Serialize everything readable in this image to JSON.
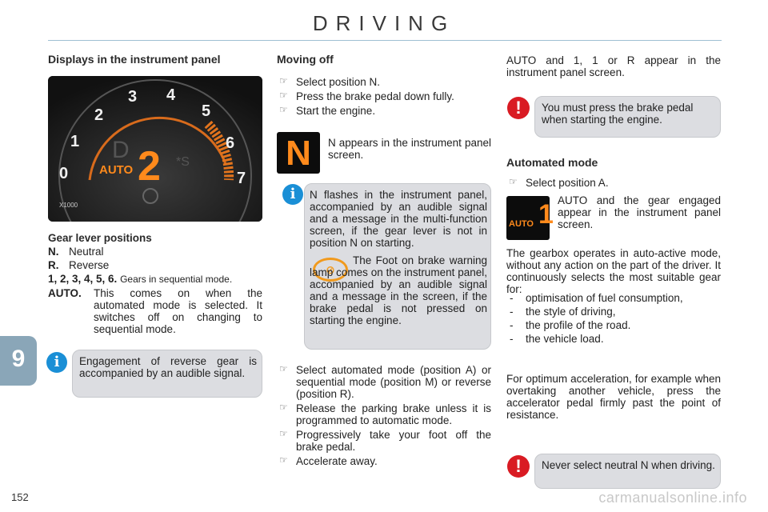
{
  "page": {
    "title": "DRIVING",
    "number": "152",
    "chapter_tab": "9",
    "watermark": "carmanualsonline.info"
  },
  "col1": {
    "heading": "Displays in the instrument panel",
    "gauge": {
      "numbers": [
        "0",
        "1",
        "2",
        "3",
        "4",
        "5",
        "6",
        "7"
      ],
      "gear": "2",
      "auto": "AUTO",
      "mode": "D",
      "scale": "X1000"
    },
    "gear_title": "Gear lever positions",
    "gears": [
      {
        "key": "N.",
        "desc": "Neutral"
      },
      {
        "key": "R.",
        "desc": "Reverse"
      },
      {
        "key": "1, 2, 3, 4, 5, 6.",
        "desc": "Gears in sequential mode."
      },
      {
        "key": "AUTO.",
        "desc": "This comes on when the automated mode is selected. It switches off on changing to sequential mode."
      }
    ],
    "info_box": "Engagement of reverse gear is accompanied by an audible signal."
  },
  "col2": {
    "heading": "Moving off",
    "steps": [
      "Select position N.",
      "Press the brake pedal down fully.",
      "Start the engine."
    ],
    "display_n_letter": "N",
    "display_n_text": "N appears in the instrument panel screen.",
    "info_flash": "N flashes in the instrument panel, accompanied by an audible signal and a message in the multi-function screen, if the gear lever is not in position N on starting.",
    "footbrake_text": "The Foot on brake warning lamp comes on the instrument panel, accompanied by an audible signal and a message in the screen, if the brake pedal is not pressed on starting the engine.",
    "steps2": [
      "Select automated mode (position A) or sequential mode (position M) or reverse (position R).",
      "Release the parking brake unless it is programmed to automatic mode.",
      "Progressively take your foot off the brake pedal.",
      "Accelerate away."
    ]
  },
  "col3": {
    "top_text": "AUTO and 1, 1 or R appear in the instrument panel screen.",
    "warn1": "You must press the brake pedal when starting the engine.",
    "heading": "Automated mode",
    "step": "Select position A.",
    "disp_auto": "AUTO",
    "disp_gear": "1",
    "auto_text": "AUTO and the gear engaged appear in the instrument panel screen.",
    "gearbox_text": "The gearbox operates in auto-active mode, without any action on the part of the driver. It continuously selects the most suitable gear for:",
    "list": [
      "optimisation of fuel consumption,",
      "the style of driving,",
      "the profile of the road.",
      "the vehicle load."
    ],
    "accel_text": "For optimum acceleration, for example when overtaking another vehicle, press the accelerator pedal firmly past the point of resistance.",
    "warn2": "Never select neutral N when driving."
  }
}
